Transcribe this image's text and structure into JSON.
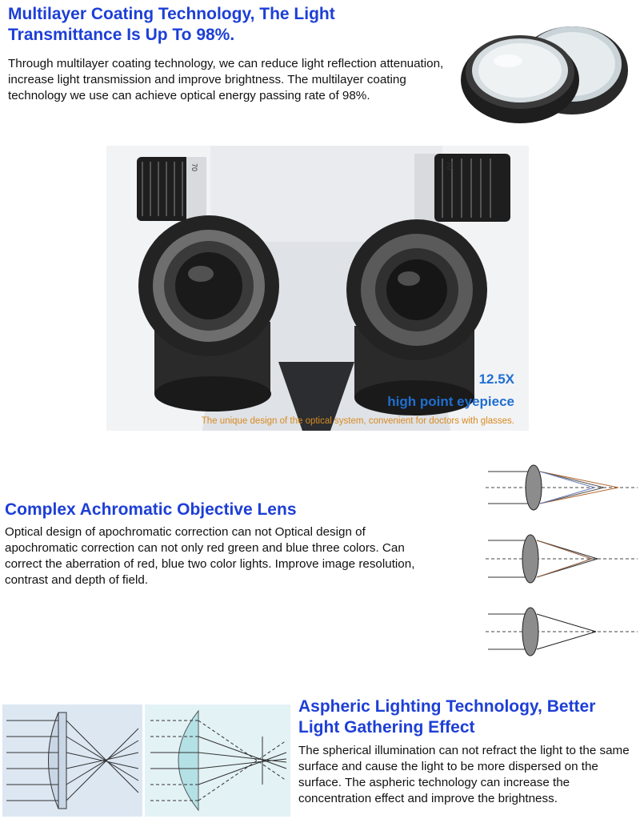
{
  "section1": {
    "title": "Multilayer Coating Technology, The Light Transmittance Is Up To 98%.",
    "text": "Through multilayer coating technology, we can reduce light reflection attenuation, increase light transmission and improve brightness. The multilayer coating technology we use can achieve optical energy passing rate of 98%."
  },
  "eyepiece": {
    "magnification": "12.5X",
    "name": "high point eyepiece",
    "caption": "The unique design of the optical system, convenient for doctors with glasses.",
    "dial_mark": "70"
  },
  "section2": {
    "title": "Complex Achromatic Objective Lens",
    "text": "Optical design of apochromatic correction can not Optical design of apochromatic correction can not only red green and blue three colors. Can correct the aberration of red, blue two color lights. Improve image resolution, contrast and depth of field."
  },
  "section3": {
    "title": "Aspheric Lighting Technology, Better Light Gathering Effect",
    "text": "The spherical illumination can not refract the light to the same surface and cause the light to be more dispersed on the surface. The aspheric technology can increase the concentration effect and improve the brightness."
  },
  "colors": {
    "heading": "#1d3fd6",
    "eyepiece_caption_blue": "#1f6fd0",
    "eyepiece_caption_orange": "#d98a1f"
  }
}
